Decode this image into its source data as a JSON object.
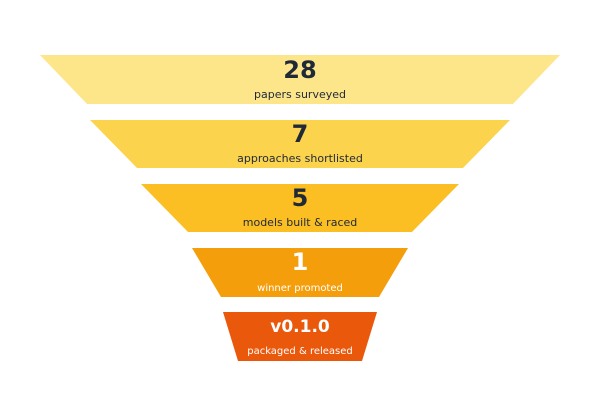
{
  "funnel": {
    "stages": [
      {
        "value": "28",
        "caption": "papers surveyed",
        "color": "#fde68a",
        "text_color": "#1f2937"
      },
      {
        "value": "7",
        "caption": "approaches shortlisted",
        "color": "#fcd34d",
        "text_color": "#1f2937"
      },
      {
        "value": "5",
        "caption": "models built & raced",
        "color": "#fbbf24",
        "text_color": "#1f2937"
      },
      {
        "value": "1",
        "caption": "winner promoted",
        "color": "#f59e0b",
        "text_color": "#ffffff"
      },
      {
        "value": "v0.1.0",
        "caption": "packaged & released",
        "color": "#ea580c",
        "text_color": "#ffffff"
      }
    ]
  }
}
